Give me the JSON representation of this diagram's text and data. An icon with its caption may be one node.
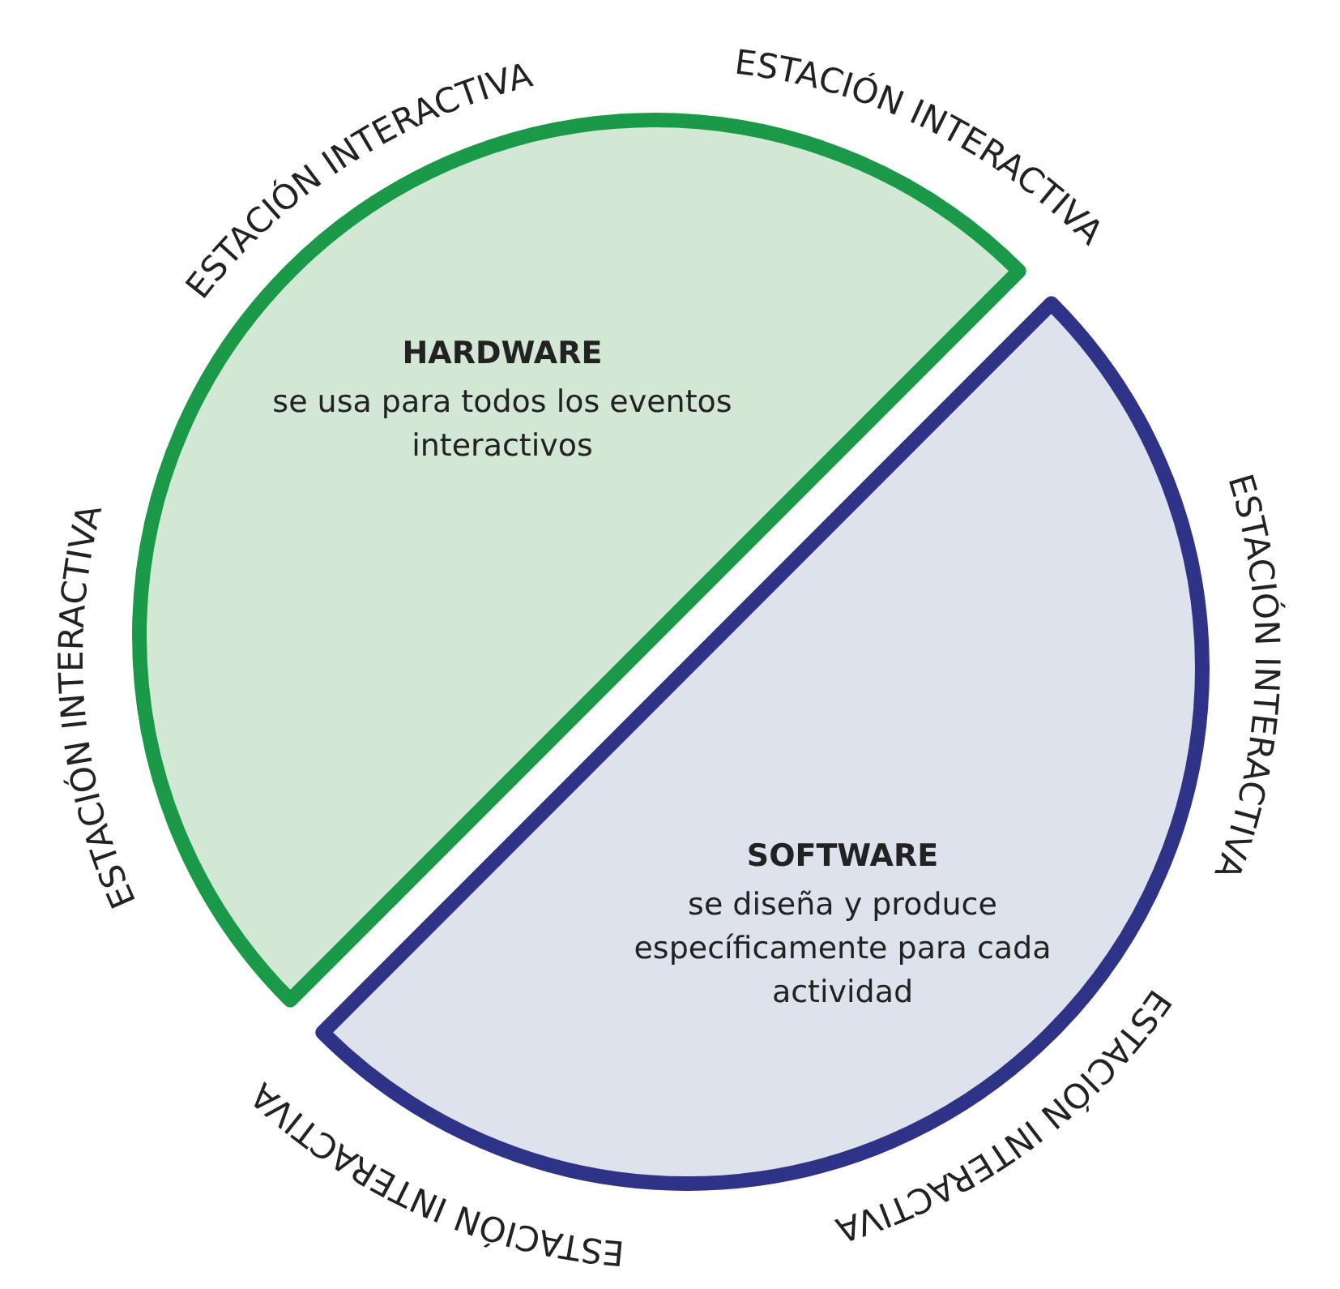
{
  "diagram": {
    "nodes": [
      {
        "text": [
          "HARDWARE",
          "se usa para todos los eventos interactivos"
        ]
      },
      {
        "text": [
          "SOFTWARE",
          "se diseña y produce específicamente para cada actividad"
        ]
      }
    ],
    "edges": [],
    "labels": [
      "ESTACIÓN INTERACTIVA",
      "ESTACIÓN INTERACTIVA",
      "ESTACIÓN INTERACTIVA",
      "ESTACIÓN INTERACTIVA",
      "ESTACIÓN INTERACTIVA",
      "ESTACIÓN INTERACTIVA"
    ]
  }
}
